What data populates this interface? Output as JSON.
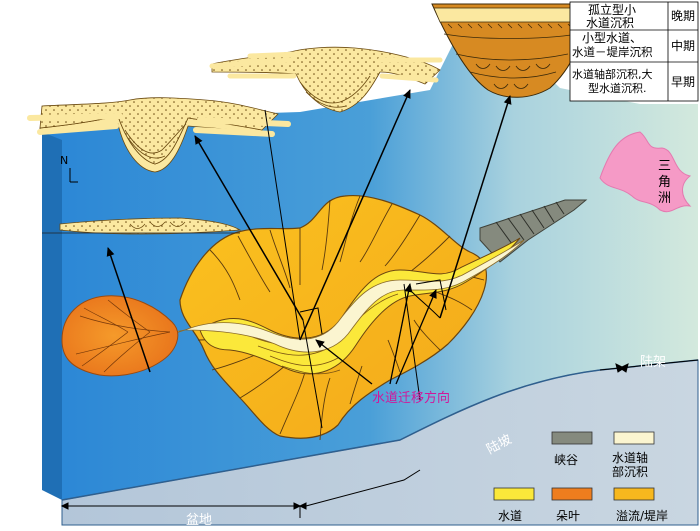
{
  "stages": {
    "late": {
      "desc_line1": "孤立型小",
      "desc_line2": "水道沉积",
      "period": "晚期"
    },
    "middle": {
      "desc_line1": "小型水道、",
      "desc_line2": "水道－堤岸沉积",
      "period": "中期"
    },
    "early": {
      "desc_line1": "水道轴部沉积,大",
      "desc_line2": "型水道沉积.",
      "period": "早期"
    }
  },
  "north": "N",
  "delta": {
    "c1": "三",
    "c2": "角",
    "c3": "洲"
  },
  "migration": "水道迁移方向",
  "slope": "陆坡",
  "shelf": "陆架",
  "basin": "盆地",
  "legend": {
    "canyon": "峡谷",
    "axis_1": "水道轴",
    "axis_2": "部沉积",
    "channel": "水道",
    "lobe": "朵叶",
    "levee": "溢流/堤岸"
  },
  "colors": {
    "ocean": "#2a86d6",
    "shelf": "#cfe6dc",
    "slope_face": "#a6bfd6",
    "canyon": "#858a7e",
    "axis": "#fbf5d0",
    "channel": "#fbe83a",
    "lobe": "#ee7d1e",
    "levee": "#f7b81e",
    "delta": "#f59ac6"
  }
}
